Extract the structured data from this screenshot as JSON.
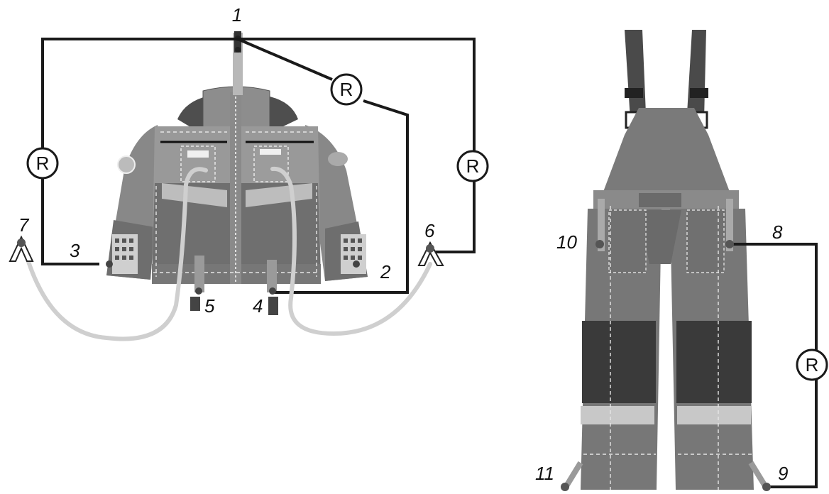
{
  "labels": {
    "p1": "1",
    "p2": "2",
    "p3": "3",
    "p4": "4",
    "p5": "5",
    "p6": "6",
    "p7": "7",
    "p8": "8",
    "p9": "9",
    "p10": "10",
    "p11": "11"
  },
  "resistor_symbol": "R",
  "colors": {
    "wire": "#1a1a1a",
    "hose": "#cfcfcf",
    "garment_light": "#9a9a9a",
    "garment_mid": "#7c7c7c",
    "garment_dark": "#4a4a4a",
    "knee_patch": "#3a3a3a"
  }
}
